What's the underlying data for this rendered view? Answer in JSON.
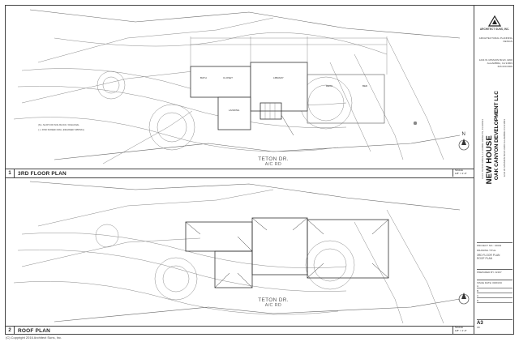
{
  "firm": {
    "name": "ARCHITECT SUNS, INC.",
    "lines": [
      "ARCHITECTURAL PLANNING DESIGN"
    ],
    "address": [
      "1234 W. MISSION BLVD, #200",
      "ALHAMBRA, CA 91803",
      "626.000.0000"
    ]
  },
  "project": {
    "title": "NEW HOUSE",
    "owner": "OAK CANYON DEVELOPMENT LLC",
    "address": "XXXX TETON DRIVE, LA HABRA HEIGHTS, CA 90631",
    "owner_address": "1234 W. MISSION BLVD #200 ALHAMBRA CA 91803"
  },
  "titleblock": {
    "project_no_label": "PROJECT NO.:",
    "project_no": "16003",
    "drawing_title_label": "DRAWING TITLE",
    "drawing_title": [
      "3RD FLOOR PLAN",
      "ROOF PLAN"
    ],
    "prepared_label": "PREPARED BY:",
    "prepared": "ANDY",
    "issue_label": "ISSUE DATE:",
    "issue_date": "09/03/16",
    "revisions": [
      "A",
      "B",
      "C",
      "D"
    ],
    "sheet_label": "A3",
    "sheet_sub": "OF"
  },
  "plans": [
    {
      "num": "1",
      "title": "3RD FLOOR PLAN",
      "scale_label": "SCALE",
      "scale": "1/8\" = 1'-0\""
    },
    {
      "num": "2",
      "title": "ROOF PLAN",
      "scale_label": "SCALE",
      "scale": "1/8\" = 1'-0\""
    }
  ],
  "street": {
    "name": "TETON DR.",
    "sub": "A/C RD"
  },
  "north": "N",
  "legend": [
    "(N)  • SLOP FOR SOIL BLOCK / DIAGONAL",
    "( ) • FIND SCREEN WALL (DEGREED SPRINKL)"
  ],
  "rooms": {
    "bath": "BATH",
    "closet": "CLOSET",
    "library": "LIBRARY",
    "bed": "BED",
    "landing": "LANDING",
    "deck": "DECK"
  },
  "footer": "(C) Copyright 2016 Architect Suns, Inc."
}
